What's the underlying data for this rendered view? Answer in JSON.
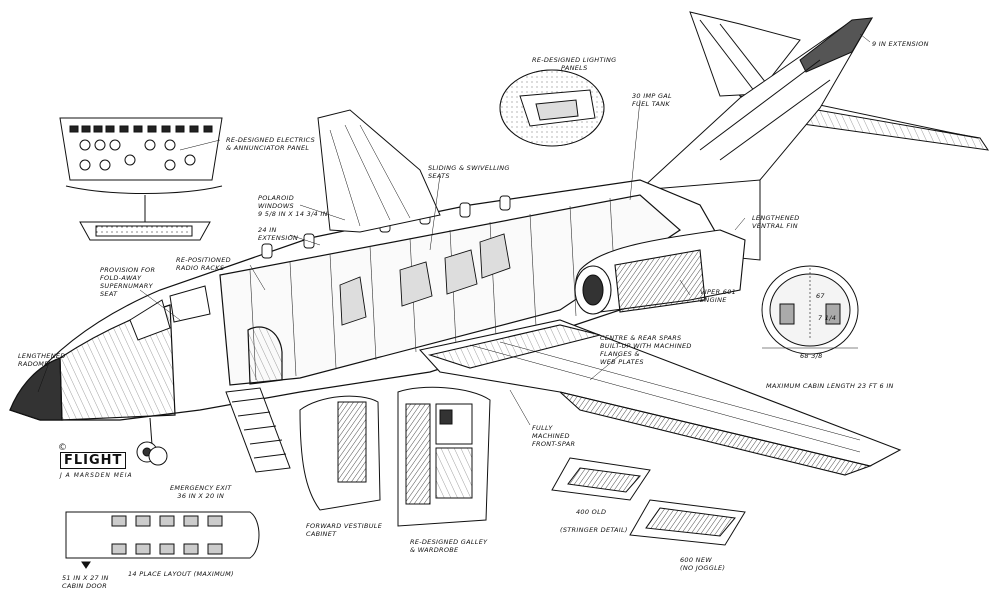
{
  "labels": {
    "fin_extension": "9 in EXTENSION",
    "lighting_panels": "RE-DESIGNED LIGHTING\nPANELS",
    "fuel_tank": "30 imp gal\nFUEL TANK",
    "electrics": "RE-DESIGNED ELECTRICS\n& ANNUNCIATOR PANEL",
    "seats": "SLIDING & SWIVELLING\nSEATS",
    "windows": "POLAROID\nWINDOWS\n9 5/8 in x 14 3/4 in",
    "extension_24": "24 in\nEXTENSION",
    "ventral_fin": "LENGTHENED\nVENTRAL FIN",
    "radio_racks": "RE-POSITIONED\nRADIO RACKS",
    "fold_away_seat": "PROVISION FOR\nFOLD-AWAY\nSUPERNUMARY\nSEAT",
    "radome": "LENGTHENED\nRADOME",
    "engine": "VIPER 601\nENGINE",
    "spars": "CENTRE & REAR SPARS\nBUILT-UP WITH MACHINED\nFLANGES &\nWEB PLATES",
    "cabin_length": "MAXIMUM CABIN LENGTH 23 ft 6 in",
    "front_spar": "FULLY\nMACHINED\nFRONT-SPAR",
    "emergency_exit": "EMERGENCY EXIT\n36 in x 20 in",
    "vestibule": "FORWARD VESTIBULE\nCABINET",
    "galley": "RE-DESIGNED GALLEY\n& WARDROBE",
    "stringer_detail": "(STRINGER DETAIL)",
    "old_400": "400 OLD",
    "new_600": "600 NEW\n(NO JOGGLE)",
    "layout": "14 PLACE LAYOUT (MAXIMUM)",
    "cabin_door": "51 in x 27 in\nCABIN DOOR",
    "dim_67": "67",
    "dim_68": "68 3/8",
    "dim_7_25": "7 1/4"
  },
  "logo": {
    "text": "FLIGHT",
    "signature": "J A MARSDEN MEIA",
    "copyright": "©"
  },
  "colors": {
    "ink": "#111111",
    "fin_tip": "#555555",
    "paper": "#ffffff"
  }
}
